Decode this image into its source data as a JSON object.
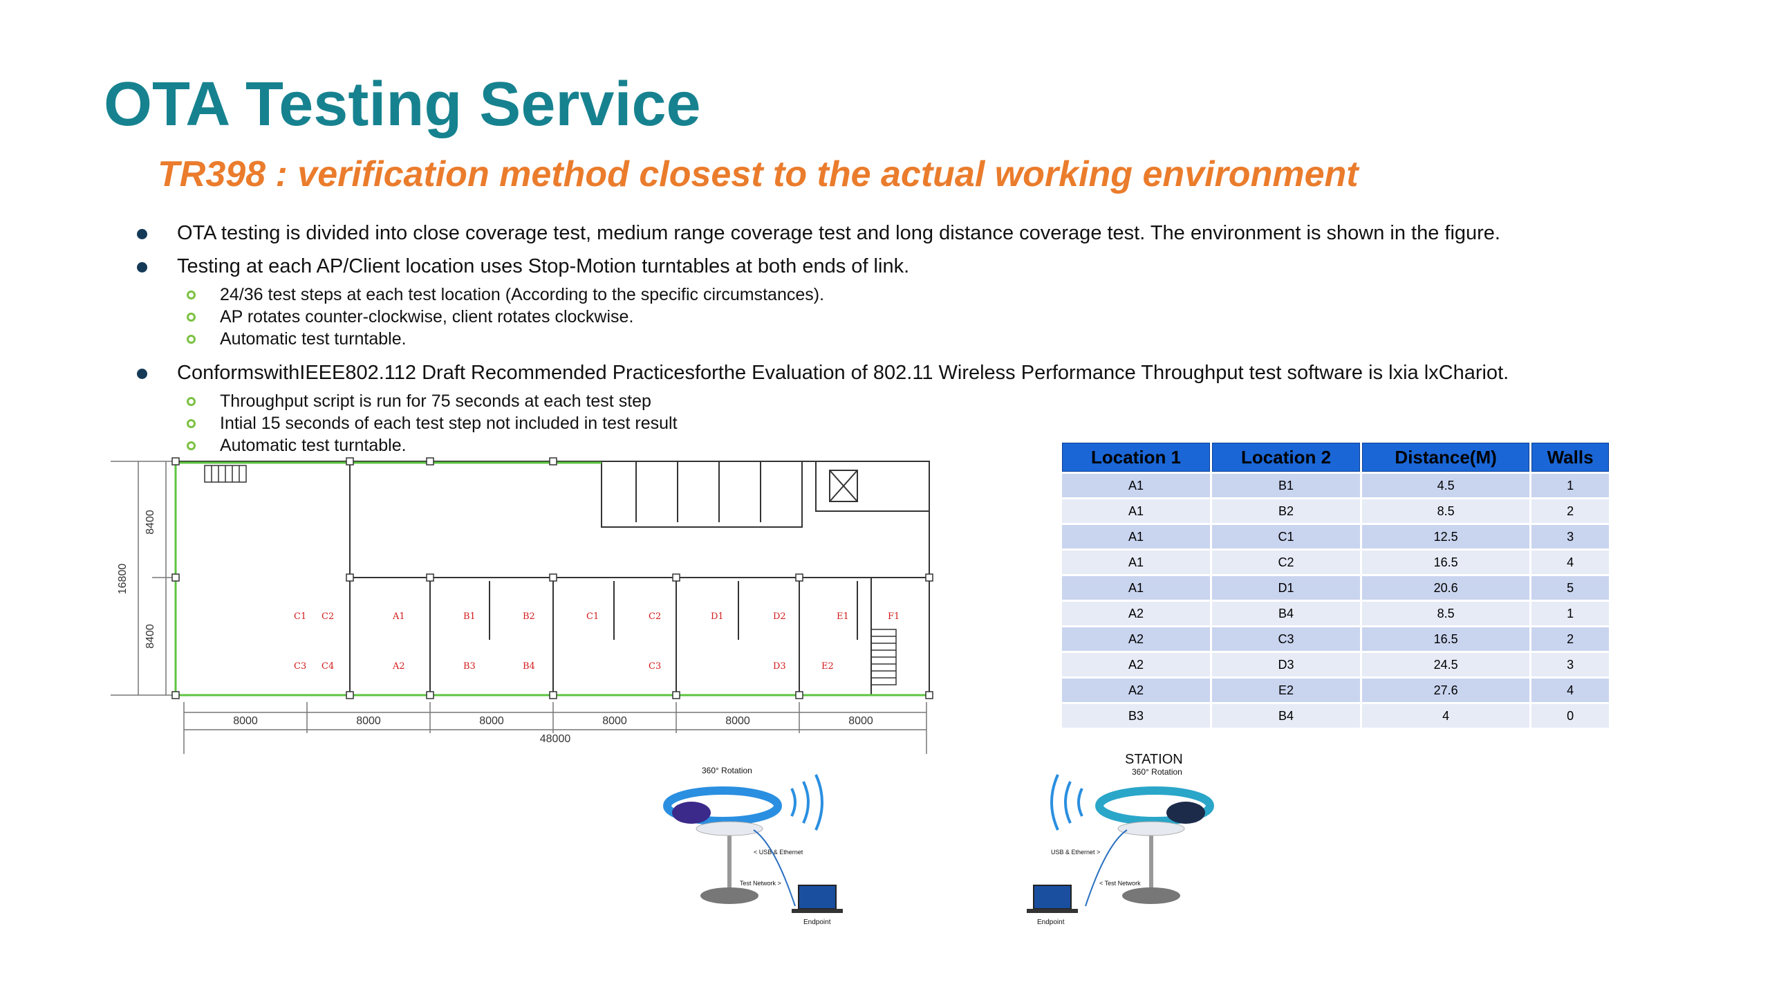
{
  "title": "OTA Testing Service",
  "subtitle": "TR398 : verification method closest to the actual working environment",
  "bullets": [
    {
      "text": "OTA testing is divided into close coverage test, medium range coverage test and long distance coverage test. The environment is shown in the figure.",
      "subs": []
    },
    {
      "text": "Testing at each AP/Client location uses Stop-Motion turntables at both ends of link.",
      "subs": [
        "24/36 test steps at each test location (According to the specific circumstances).",
        "AP rotates counter-clockwise, client rotates clockwise.",
        "Automatic test turntable."
      ]
    },
    {
      "text": "ConformswithIEEE802.112 Draft Recommended Practicesforthe Evaluation of 802.11 Wireless Performance Throughput test software is lxia lxChariot.",
      "subs": [
        "Throughput script is run for 75 seconds at each test step",
        "Intial 15 seconds of each test step not included in test result",
        "Automatic test turntable."
      ]
    }
  ],
  "floorplan": {
    "dimensions_bottom": [
      "8000",
      "8000",
      "8000",
      "8000",
      "8000",
      "8000"
    ],
    "total_width": "48000",
    "dimensions_left": [
      "8400",
      "8400"
    ],
    "total_height": "16800",
    "points_row1": [
      "C1",
      "C2",
      "A1",
      "B1",
      "B2",
      "C1",
      "C2",
      "D1",
      "D2",
      "E1",
      "F1"
    ],
    "points_row2": [
      "C3",
      "C4",
      "A2",
      "B3",
      "B4",
      "C3",
      "D3",
      "E2"
    ]
  },
  "table": {
    "headers": [
      "Location 1",
      "Location 2",
      "Distance(M)",
      "Walls"
    ],
    "rows": [
      [
        "A1",
        "B1",
        "4.5",
        "1"
      ],
      [
        "A1",
        "B2",
        "8.5",
        "2"
      ],
      [
        "A1",
        "C1",
        "12.5",
        "3"
      ],
      [
        "A1",
        "C2",
        "16.5",
        "4"
      ],
      [
        "A1",
        "D1",
        "20.6",
        "5"
      ],
      [
        "A2",
        "B4",
        "8.5",
        "1"
      ],
      [
        "A2",
        "C3",
        "16.5",
        "2"
      ],
      [
        "A2",
        "D3",
        "24.5",
        "3"
      ],
      [
        "A2",
        "E2",
        "27.6",
        "4"
      ],
      [
        "B3",
        "B4",
        "4",
        "0"
      ]
    ]
  },
  "setup": {
    "left_rotation": "360° Rotation",
    "right_title": "STATION",
    "right_rotation": "360° Rotation",
    "usb_left": "< USB & Ethernet",
    "usb_right": "USB & Ethernet >",
    "network_left": "Test Network >",
    "network_right": "< Test Network",
    "endpoint_left": "Endpoint",
    "endpoint_right": "Endpoint"
  }
}
